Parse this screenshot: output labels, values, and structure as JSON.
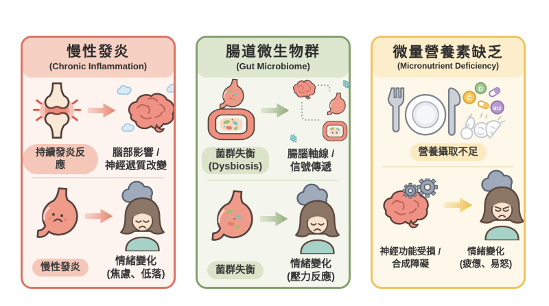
{
  "canvas": {
    "bg": "#ffffff"
  },
  "panels": [
    {
      "title_zh": "慢性發炎",
      "title_en": "(Chronic Inflammation)",
      "colors": {
        "border": "#dd7365",
        "header_bg": "#f6d0c3",
        "panel_bg": "#fdf4f0",
        "badge_bg": "#f4c7b8",
        "arrow": "#e5806d"
      },
      "top": {
        "icons": [
          "inflamed-joint",
          "arrow-right",
          "brain-with-thought-clouds"
        ],
        "left_label": "持續發炎反應",
        "right_label": "腦部影響 /\n神經遞質改變"
      },
      "bottom": {
        "icons": [
          "sad-stomach",
          "arrow-right",
          "sad-woman-storm-cloud"
        ],
        "left_label": "慢性發炎",
        "right_label": "情緒變化\n(焦慮、低落)"
      }
    },
    {
      "title_zh": "腸道微生物群",
      "title_en": "(Gut Microbiome)",
      "colors": {
        "border": "#84a06e",
        "header_bg": "#dde6ce",
        "panel_bg": "#f4f6ee",
        "badge_bg": "#dbe3c9",
        "arrow": "#92a97a"
      },
      "top": {
        "icons": [
          "gut-with-microbes",
          "arrow-right",
          "gut-brain-axis"
        ],
        "left_label": "菌群失衡\n(Dysbiosis)",
        "right_label": "腸腦軸線 /\n信號傳遞"
      },
      "bottom": {
        "icons": [
          "stomach-with-microbes",
          "arrow-right",
          "sad-woman-storm-cloud"
        ],
        "left_label": "菌群失衡",
        "right_label": "情緒變化\n(壓力反應)"
      }
    },
    {
      "title_zh": "微量營養素缺乏",
      "title_en": "(Micronutrient Deficiency)",
      "colors": {
        "border": "#eec45f",
        "header_bg": "#fceecb",
        "panel_bg": "#fdf8e9",
        "badge_bg": "#fbe9c0",
        "arrow": "#edbe4e"
      },
      "top": {
        "icons": [
          "empty-plate-with-cutlery",
          "vitamin-pills",
          "faded-vegetables"
        ],
        "vitamin_labels": [
          "C",
          "D",
          "B12"
        ],
        "center_label": "營養攝取不足"
      },
      "bottom": {
        "icons": [
          "brain-with-gears",
          "arrow-right",
          "angry-woman-storm-cloud"
        ],
        "left_label": "神經功能受損 /\n合成障礙",
        "right_label": "情緒變化\n(疲憊、易怒)"
      }
    }
  ]
}
